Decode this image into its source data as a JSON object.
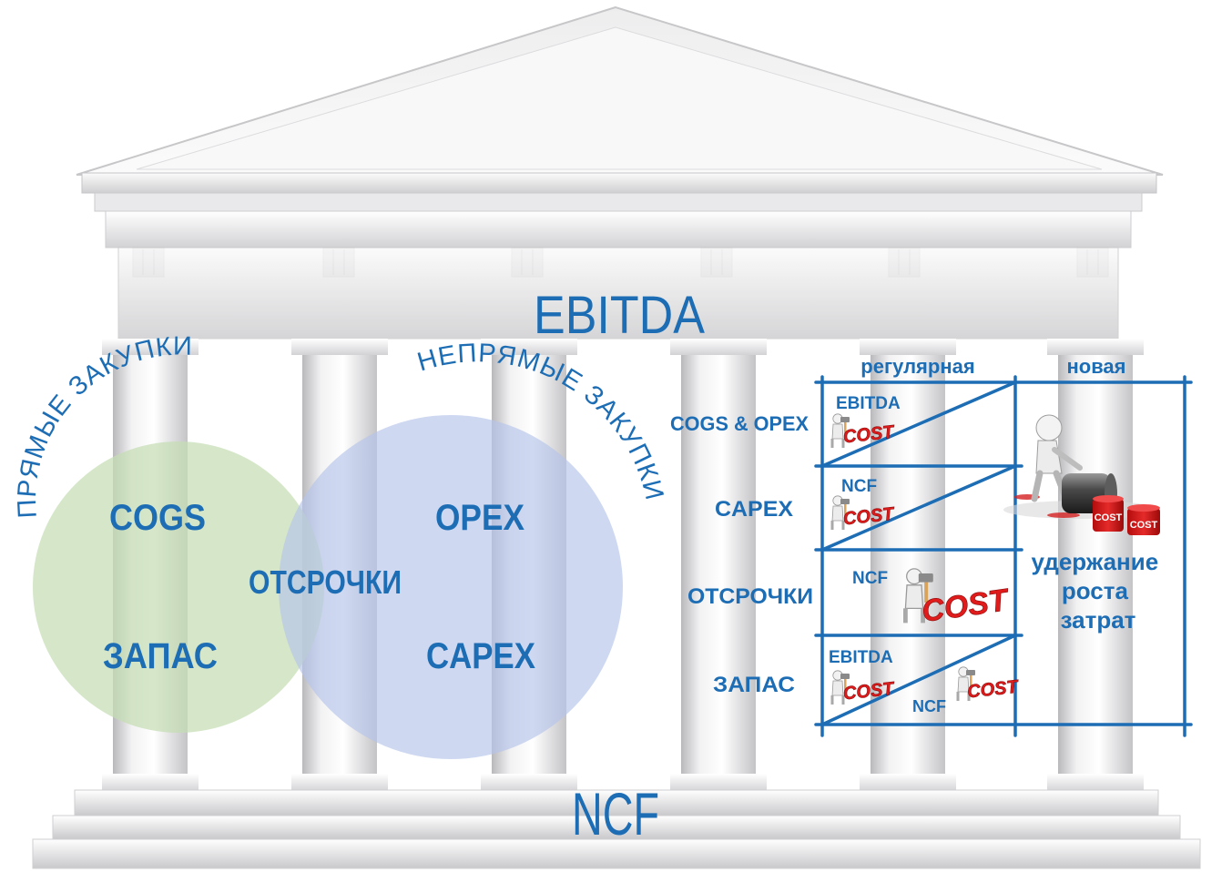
{
  "temple": {
    "top_label": "EBITDA",
    "base_label": "NCF"
  },
  "venn": {
    "left_arc_label": "ПРЯМЫЕ ЗАКУПКИ",
    "right_arc_label": "НЕПРЯМЫЕ ЗАКУПКИ",
    "left_items": [
      "COGS",
      "ЗАПАС"
    ],
    "overlap_item": "ОТСРОЧКИ",
    "right_items": [
      "OPEX",
      "CAPEX"
    ],
    "colors": {
      "left": "#c5deb3",
      "right": "#b5c4e9",
      "overlap": "#8aa9a9"
    }
  },
  "matrix": {
    "column_headers": [
      "регулярная",
      "новая"
    ],
    "row_labels": [
      "COGS & OPEX",
      "CAPEX",
      "ОТСРОЧКИ",
      "ЗАПАС"
    ],
    "cell_labels": {
      "r1": "EBITDA",
      "r2": "NCF",
      "r3": "NCF",
      "r4_top": "EBITDA",
      "r4_bottom": "NCF"
    },
    "cost_word": "COST",
    "side_note": [
      "удержание",
      "роста",
      "затрат"
    ],
    "line_color": "#1d6db5",
    "cost_color": "#e01b1b"
  }
}
